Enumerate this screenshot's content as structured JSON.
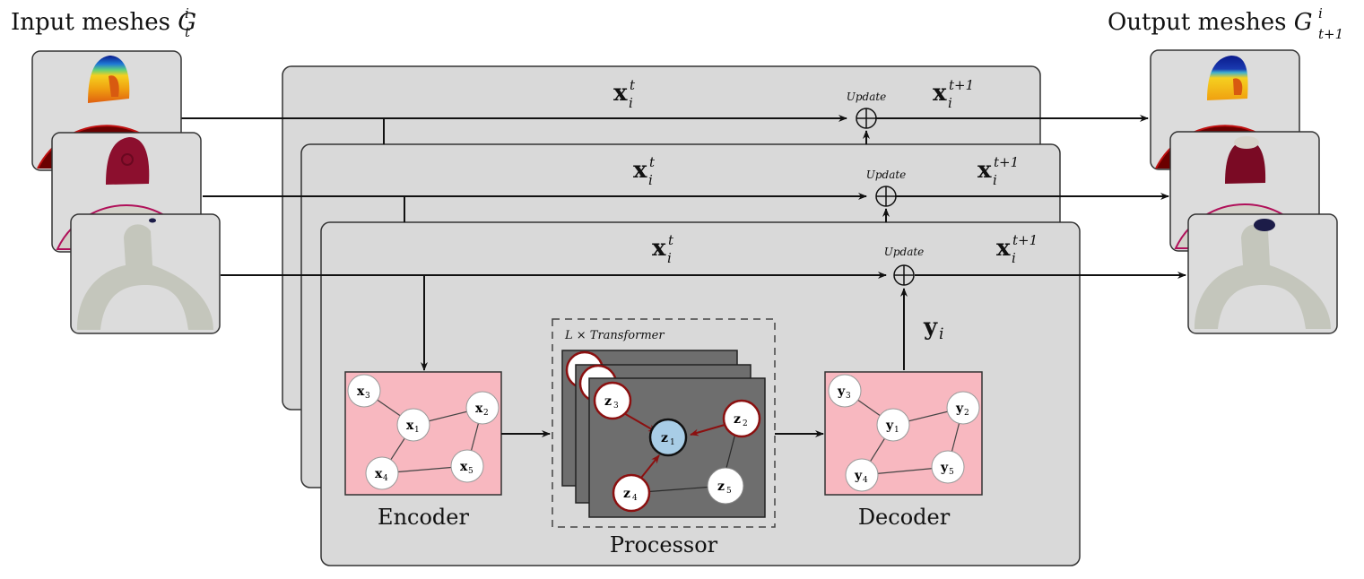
{
  "titles": {
    "input": "Input meshes ",
    "input_sym": "G",
    "input_sup": "i",
    "input_sub": "t",
    "output": "Output meshes ",
    "output_sym": "G",
    "output_sup": "i",
    "output_sub": "t+1"
  },
  "layers": [
    {
      "x_in": "x",
      "x_in_sup": "t",
      "x_in_sub": "i",
      "update": "Update",
      "x_out": "x",
      "x_out_sup": "t+1",
      "x_out_sub": "i"
    },
    {
      "x_in": "x",
      "x_in_sup": "t",
      "x_in_sub": "i",
      "update": "Update",
      "x_out": "x",
      "x_out_sup": "t+1",
      "x_out_sub": "i"
    },
    {
      "x_in": "x",
      "x_in_sup": "t",
      "x_in_sub": "i",
      "update": "Update",
      "x_out": "x",
      "x_out_sup": "t+1",
      "x_out_sub": "i"
    }
  ],
  "encoder": {
    "label": "Encoder",
    "nodes": [
      {
        "sym": "x",
        "sub": "1"
      },
      {
        "sym": "x",
        "sub": "2"
      },
      {
        "sym": "x",
        "sub": "3"
      },
      {
        "sym": "x",
        "sub": "4"
      },
      {
        "sym": "x",
        "sub": "5"
      }
    ]
  },
  "processor": {
    "label": "Processor",
    "repeat_label": "L × Transformer",
    "nodes": [
      {
        "sym": "z",
        "sub": "1"
      },
      {
        "sym": "z",
        "sub": "2"
      },
      {
        "sym": "z",
        "sub": "3"
      },
      {
        "sym": "z",
        "sub": "4"
      },
      {
        "sym": "z",
        "sub": "5"
      }
    ]
  },
  "decoder": {
    "label": "Decoder",
    "output_sym": "y",
    "output_sub": "i",
    "nodes": [
      {
        "sym": "y",
        "sub": "1"
      },
      {
        "sym": "y",
        "sub": "2"
      },
      {
        "sym": "y",
        "sub": "3"
      },
      {
        "sym": "y",
        "sub": "4"
      },
      {
        "sym": "y",
        "sub": "5"
      }
    ]
  },
  "colors": {
    "panel": "#d9d9d9",
    "graph_bg": "#f8b8c0",
    "processor_bg": "#6e6e6e",
    "attention_edge": "#8b1010",
    "center_node": "#a8cde6",
    "mesh_dark_red": "#6b0000",
    "mesh_crimson": "#8c0f2e",
    "mesh_gray": "#c4c6bc",
    "mesh_navy": "#1c1c48"
  }
}
